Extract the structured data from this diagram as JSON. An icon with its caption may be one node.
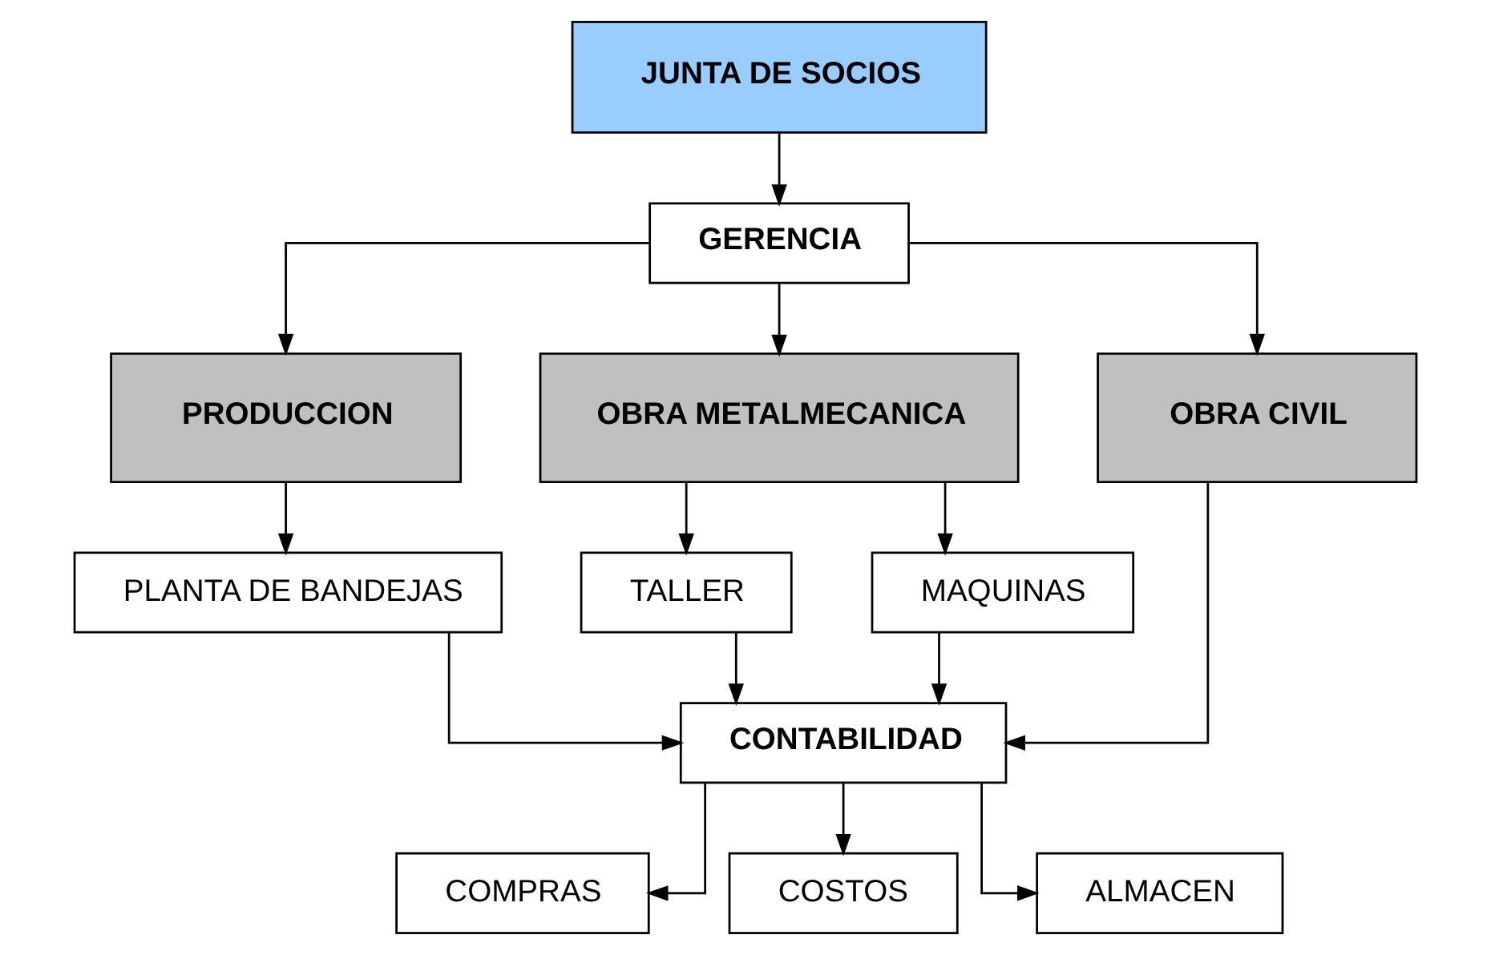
{
  "diagram": {
    "nodes": [
      {
        "text": [
          "JUNTA DE SOCIOS"
        ]
      },
      {
        "text": [
          "GERENCIA"
        ]
      },
      {
        "text": [
          "PRODUCCION"
        ]
      },
      {
        "text": [
          "OBRA METALMECANICA"
        ]
      },
      {
        "text": [
          "OBRA CIVIL"
        ]
      },
      {
        "text": [
          "PLANTA DE BANDEJAS"
        ]
      },
      {
        "text": [
          "TALLER"
        ]
      },
      {
        "text": [
          "MAQUINAS"
        ]
      },
      {
        "text": [
          "CONTABILIDAD"
        ]
      },
      {
        "text": [
          "COMPRAS"
        ]
      },
      {
        "text": [
          "COSTOS"
        ]
      },
      {
        "text": [
          "ALMACEN"
        ]
      }
    ],
    "edges": [
      {
        "from": 0,
        "to": 1,
        "arrow": "to"
      },
      {
        "from": 1,
        "to": 2,
        "arrow": "to"
      },
      {
        "from": 1,
        "to": 3,
        "arrow": "to"
      },
      {
        "from": 1,
        "to": 4,
        "arrow": "to"
      },
      {
        "from": 2,
        "to": 5,
        "arrow": "to"
      },
      {
        "from": 3,
        "to": 6,
        "arrow": "to"
      },
      {
        "from": 3,
        "to": 7,
        "arrow": "to"
      },
      {
        "from": 5,
        "to": 8,
        "arrow": "to"
      },
      {
        "from": 6,
        "to": 8,
        "arrow": "to"
      },
      {
        "from": 7,
        "to": 8,
        "arrow": "to"
      },
      {
        "from": 4,
        "to": 8,
        "arrow": "to"
      },
      {
        "from": 8,
        "to": 9,
        "arrow": "to"
      },
      {
        "from": 8,
        "to": 10,
        "arrow": "to"
      },
      {
        "from": 8,
        "to": 11,
        "arrow": "to"
      }
    ]
  }
}
